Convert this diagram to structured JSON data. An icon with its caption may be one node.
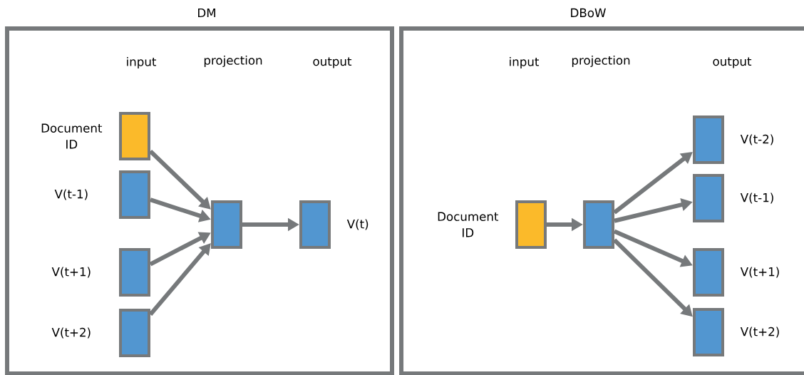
{
  "diagram": {
    "nodes": [
      {
        "text": [
          "DM"
        ]
      },
      {
        "text": [],
        "shape": "box",
        "in": 0,
        "beside": [
          "Document ID"
        ]
      },
      {
        "text": [],
        "shape": "box",
        "in": 0,
        "beside": [
          "V(t-1)"
        ]
      },
      {
        "text": [],
        "shape": "box",
        "in": 0,
        "beside": [
          "V(t+1)"
        ]
      },
      {
        "text": [],
        "shape": "box",
        "in": 0,
        "beside": [
          "V(t+2)"
        ]
      },
      {
        "text": [],
        "shape": "box",
        "in": 0
      },
      {
        "text": [],
        "shape": "box",
        "in": 0,
        "beside": [
          "V(t)"
        ]
      },
      {
        "text": [
          "DBoW"
        ]
      },
      {
        "text": [],
        "shape": "box",
        "in": 7,
        "beside": [
          "Document ID"
        ]
      },
      {
        "text": [],
        "shape": "box",
        "in": 7
      },
      {
        "text": [],
        "shape": "box",
        "in": 7,
        "beside": [
          "V(t-2)"
        ]
      },
      {
        "text": [],
        "shape": "box",
        "in": 7,
        "beside": [
          "V(t-1)"
        ]
      },
      {
        "text": [],
        "shape": "box",
        "in": 7,
        "beside": [
          "V(t+1)"
        ]
      },
      {
        "text": [],
        "shape": "box",
        "in": 7,
        "beside": [
          "V(t+2)"
        ]
      }
    ],
    "edges": [
      {
        "from": 1,
        "to": 5,
        "arrow": "to"
      },
      {
        "from": 2,
        "to": 5,
        "arrow": "to"
      },
      {
        "from": 3,
        "to": 5,
        "arrow": "to"
      },
      {
        "from": 4,
        "to": 5,
        "arrow": "to"
      },
      {
        "from": 5,
        "to": 6,
        "arrow": "to"
      },
      {
        "from": 8,
        "to": 9,
        "arrow": "to"
      },
      {
        "from": 9,
        "to": 10,
        "arrow": "to"
      },
      {
        "from": 9,
        "to": 11,
        "arrow": "to"
      },
      {
        "from": 9,
        "to": 12,
        "arrow": "to"
      },
      {
        "from": 9,
        "to": 13,
        "arrow": "to"
      }
    ],
    "labels": [
      "input",
      "projection",
      "output",
      "input",
      "projection",
      "output"
    ]
  }
}
